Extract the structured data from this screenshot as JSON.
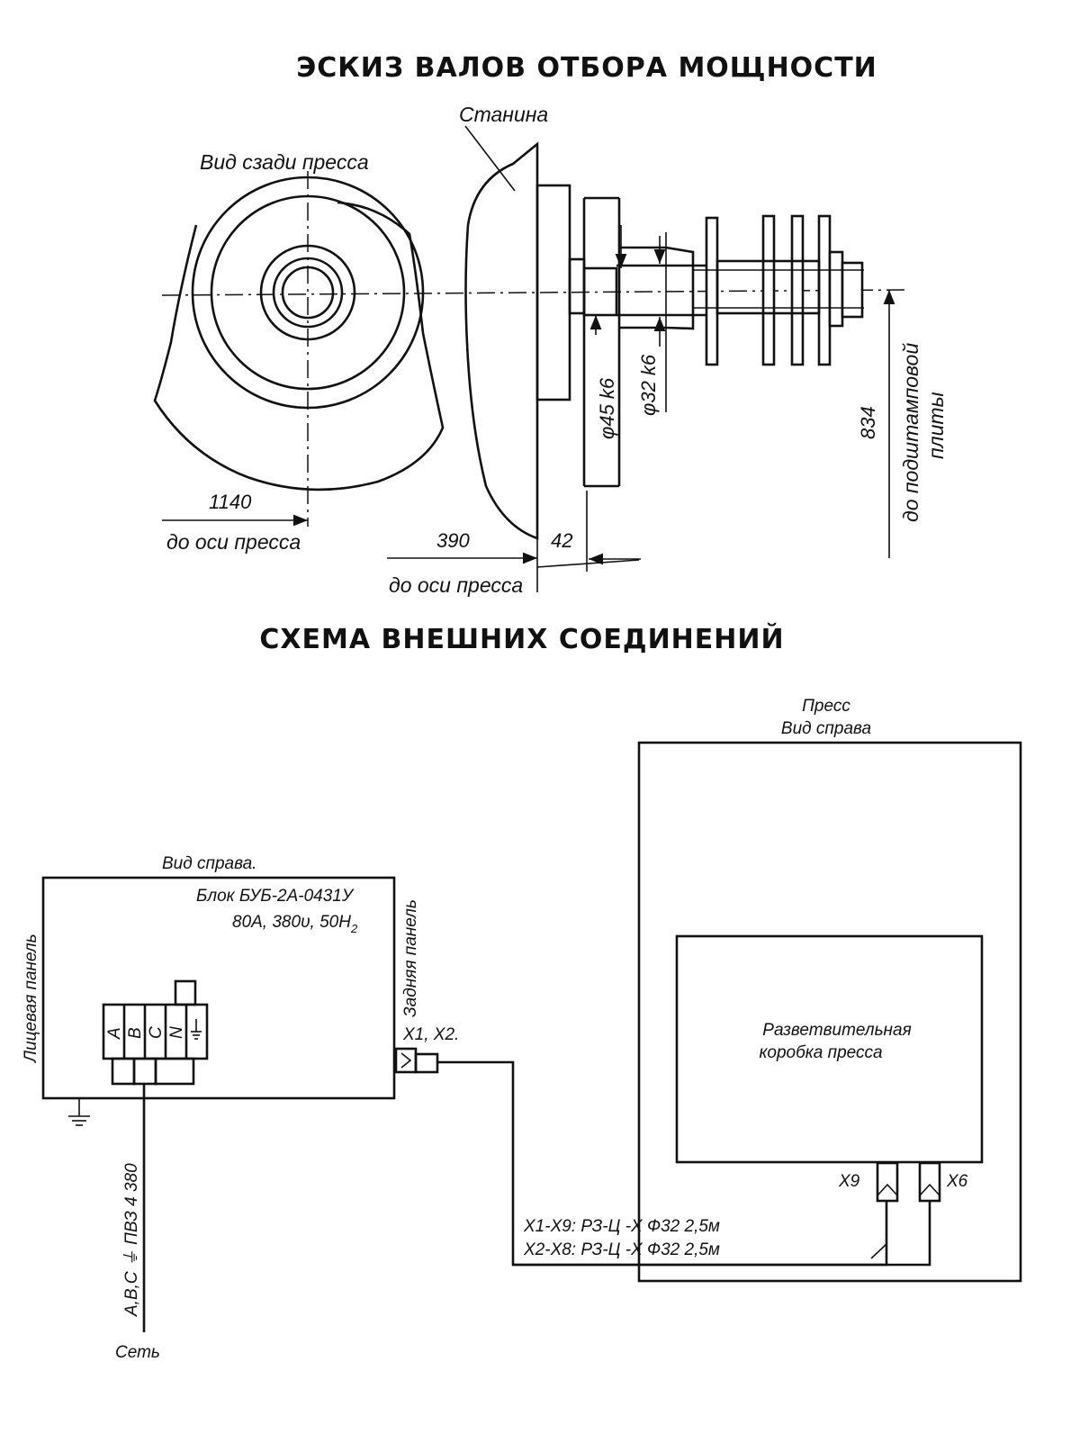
{
  "sketch": {
    "title": "ЭСКИЗ ВАЛОВ ОТБОРА МОЩНОСТИ",
    "label_frame": "Станина",
    "label_rear_view": "Вид сзади пресса",
    "dim_1140": "1140",
    "label_to_axis_1": "до оси пресса",
    "dim_390": "390",
    "dim_42": "42",
    "label_to_axis_2": "до оси пресса",
    "dim_d45": "φ45 k6",
    "dim_d32": "φ32 k6",
    "dim_834": "834",
    "label_to_plate_1": "до подштамповой",
    "label_to_plate_2": "плиты"
  },
  "scheme": {
    "title": "СХЕМА ВНЕШНИХ СОЕДИНЕНИЙ",
    "press_label_1": "Пресс",
    "press_label_2": "Вид справа",
    "unit_view_label": "Вид справа.",
    "unit_name": "Блок БУБ-2А-0431У",
    "unit_rating": "80А, 380υ, 50Н",
    "unit_rating_sub": "2",
    "front_panel": "Лицевая панель",
    "rear_panel": "Задняя панель",
    "terminal_a": "A",
    "terminal_b": "B",
    "terminal_c": "C",
    "terminal_n": "N",
    "connector_x1x2": "X1, X2.",
    "junction_box_1": "Разветвительная",
    "junction_box_2": "коробка пресса",
    "connector_x9": "X9",
    "connector_x6": "X6",
    "cable_1": "X1-X9: РЗ-Ц -Х Ф32 2,5м",
    "cable_2": "X2-X8: РЗ-Ц -Х Ф32 2,5м",
    "supply_cable": "А,В,С ⏚ ПВЗ 4 380",
    "network": "Сеть"
  }
}
